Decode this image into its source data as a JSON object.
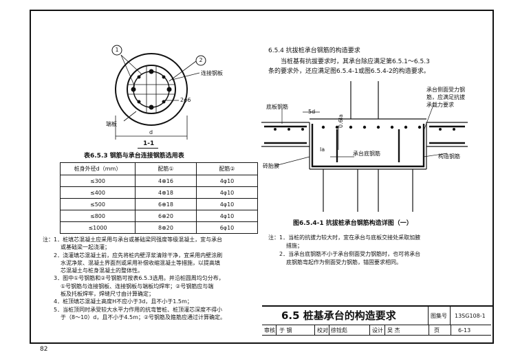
{
  "page_number": "82",
  "section_title": "6.5 桩基承台的构造要求",
  "atlas_label": "图集号",
  "atlas_no": "13SG108-1",
  "left": {
    "callouts": {
      "c1": "1",
      "c2": "2"
    },
    "label_plate": "连接钢板",
    "label_weld": "2φ6",
    "label_endplate": "端板",
    "label_d": "d",
    "section_mark": "1-1",
    "table_title": "表6.5.3 钢筋与承台连接钢筋选用表",
    "table": {
      "headers": [
        "桩身外径d（mm）",
        "配筋①",
        "配筋②"
      ],
      "rows": [
        [
          "≤300",
          "4⊕16",
          "4φ10"
        ],
        [
          "≤400",
          "4⊕18",
          "4φ10"
        ],
        [
          "≤500",
          "6⊕18",
          "4φ10"
        ],
        [
          "≤800",
          "6⊕20",
          "4φ10"
        ],
        [
          "≤1000",
          "8⊕20",
          "6φ10"
        ]
      ]
    },
    "notes": [
      "注：1．桩填芯混凝土应采用与承台或基础梁同强度等级混凝土，宜与承台",
      "或基础梁一起浇灌；",
      "2．浇灌填芯混凝土前，应先将桩内壁浮浆清除干净，宜采用内壁涂刷",
      "水泥净浆、混凝土界面剂或采用补偿收缩混凝土等措施，以提高填",
      "芯混凝土与桩身混凝土的整体性。",
      "3．图中①号钢筋和②号钢筋可按表6.5.3选用。并沿桩圆周均匀分布，",
      "①号钢筋与连接钢板、连接钢板与端板均焊牢；②号钢筋应与端",
      "板及托板焊牢，焊缝尺寸由计算确定；",
      "4．桩顶填芯混凝土高度H不应小于3d，且不小于1.5m；",
      "5．当桩顶同时承受较大水平力作用的抗弯管桩、桩顶灌芯深度不得小",
      "于（8～10）d，且不小于4.5m；②号钢筋及箍筋应通过计算确定。"
    ]
  },
  "right": {
    "heading": "6.5.4 抗拔桩承台钢筋的构造要求",
    "para": [
      "当桩基有抗拔要求时，其承台除应满足第6.5.1～6.5.3",
      "条的要求外，还应满足图6.5.4-1或图6.5.4-2的构造要求。"
    ],
    "diagram_labels": {
      "side_rebar": [
        "承台侧面受力钢",
        "筋，应满足抗拔",
        "承载力要求"
      ],
      "bottom_plate_rebar": "底板钢筋",
      "dim_5d": "5d",
      "dim_06la": "0.6la",
      "dim_la": "la",
      "cap_bottom_rebar": "承台底钢筋",
      "tie_rebar": "构造钢筋",
      "tire_membrane": "砖胎膜"
    },
    "figure_caption": "图6.5.4-1 抗拔桩承台钢筋构造详图（一）",
    "notes": [
      "注：1．当桩的抗拔力较大时，宜在承台与底板交接处采取加腋",
      "措施；",
      "2．当承台底钢筋不小于承台侧面受力钢筋时，也可将承台",
      "底钢筋弯起作为侧面受力钢筋，锚固要求相同。"
    ]
  },
  "title_block": {
    "review_label": "审核",
    "reviewer": "于 钢",
    "check_label": "校对",
    "checker": "徐铨彪",
    "design_label": "设计",
    "designer": "吴 杰",
    "page_label": "页",
    "page_value": "6-13"
  }
}
